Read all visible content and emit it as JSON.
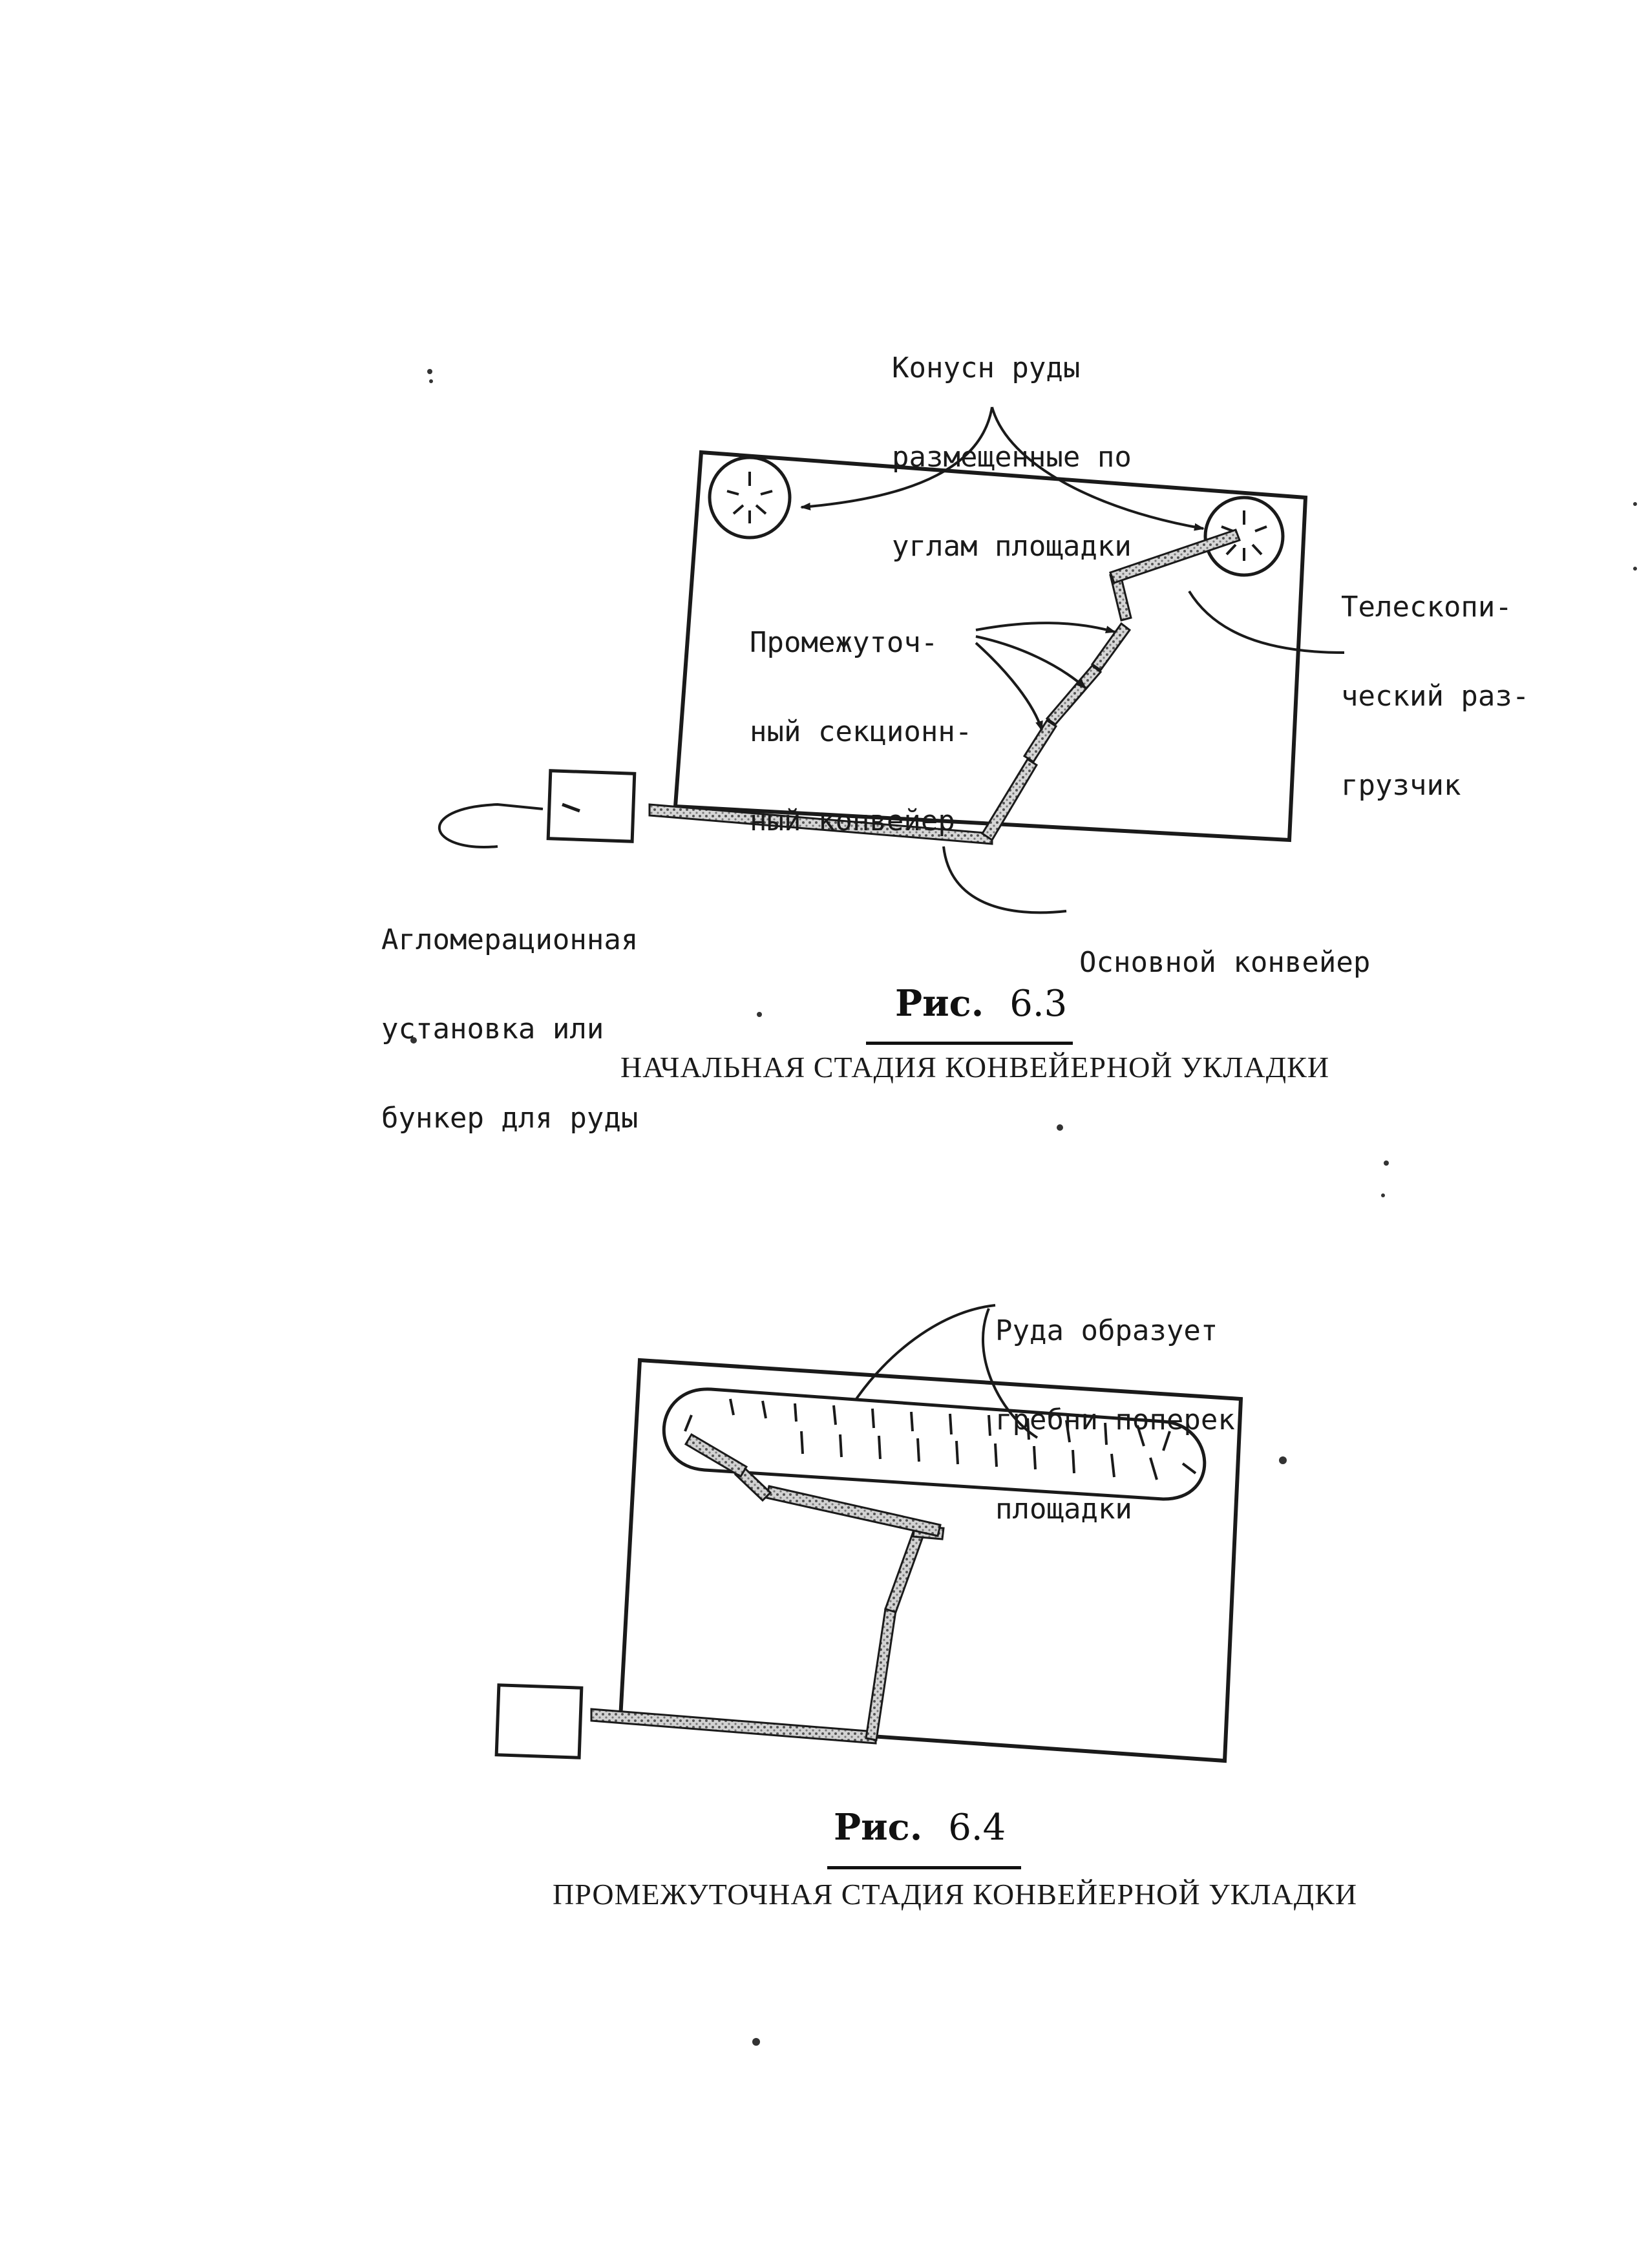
{
  "figure_6_3": {
    "labels": {
      "ore_cones": [
        "Конусн руды",
        "размещенные по",
        "углам площадки"
      ],
      "intermediate_conveyor": [
        "Промежуточ-",
        "ный секционн-",
        "ный конвейер"
      ],
      "telescopic_unloader": [
        "Телескопи-",
        "ческий раз-",
        "грузчик"
      ],
      "sinter_plant": [
        "Агломерационная",
        "установка или",
        "бункер для руды"
      ],
      "main_conveyor": "Основной конвейер"
    },
    "caption": {
      "prefix": "Рис.",
      "number": "6.3",
      "title": "НАЧАЛЬНАЯ СТАДИЯ КОНВЕЙЕРНОЙ УКЛАДКИ"
    }
  },
  "figure_6_4": {
    "labels": {
      "ore_ridges": [
        "Руда образует",
        "гребни поперек",
        "площадки"
      ]
    },
    "caption": {
      "prefix": "Рис.",
      "number": "6.4",
      "title": "ПРОМЕЖУТОЧНАЯ СТАДИЯ КОНВЕЙЕРНОЙ УКЛАДКИ"
    }
  },
  "colors": {
    "ink": "#1a1a1a",
    "paper": "#ffffff",
    "conveyor_fill": "#c9c9c9"
  }
}
